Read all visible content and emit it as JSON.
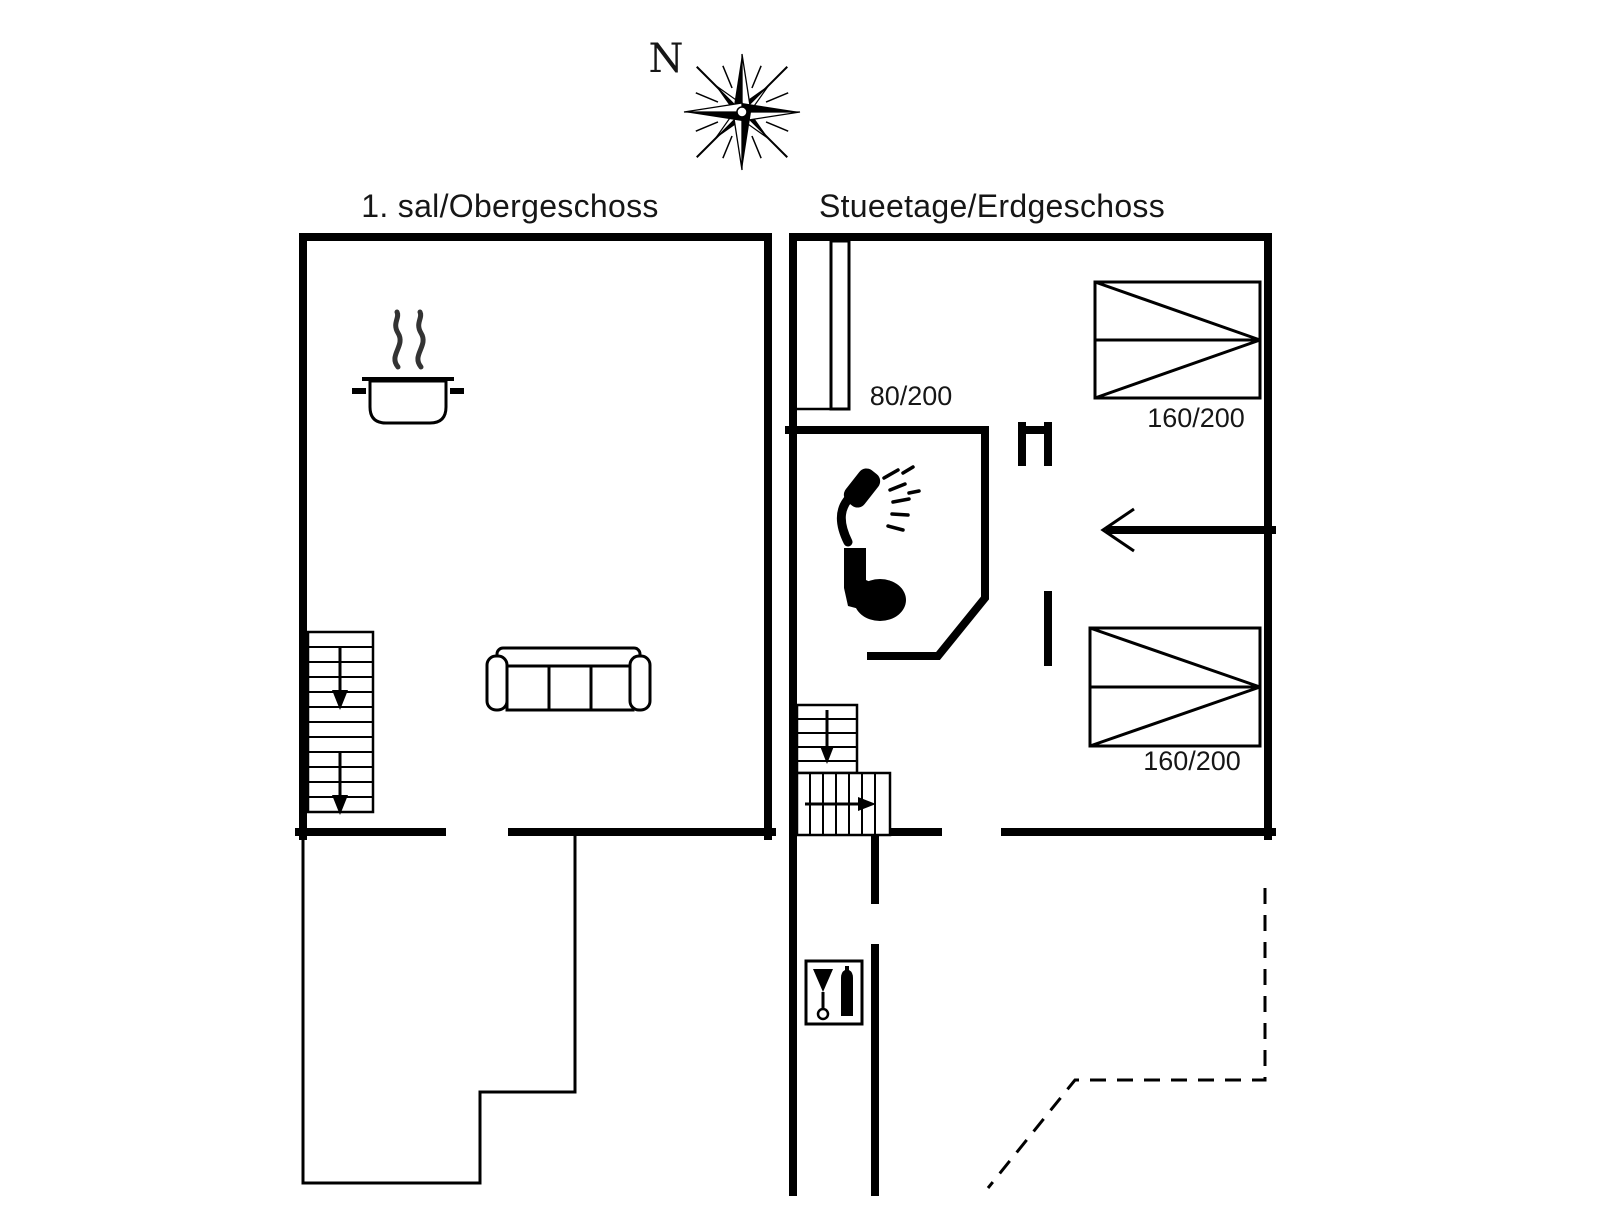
{
  "page": {
    "background": "#ffffff",
    "ink": "#000000",
    "steam_color": "#333333",
    "type": "holiday-house floor plan, two storeys"
  },
  "compass": {
    "north_label": "N"
  },
  "floors": {
    "upper": {
      "title": "1. sal/Obergeschoss"
    },
    "ground": {
      "title": "Stueetage/Erdgeschoss",
      "door_label": "80/200",
      "bed1_label": "160/200",
      "bed2_label": "160/200"
    }
  },
  "icons": {
    "compass-rose-icon": "8-point compass rose with ray ring",
    "cooking-pot-icon": "pot with steam (kitchen / kitchenette)",
    "sofa-icon": "three-seat sofa",
    "stairs-icon": "staircase with descent arrows",
    "entrance-door-icon": "open door leaf at entrance",
    "shower-icon": "shower head with spray",
    "toilet-icon": "toilet silhouette",
    "dishwasher-icon": "appliance square with glass and bottle",
    "double-bed-icon": "double bed rectangle with fold pattern",
    "door-opening-icon": "chevron door opening marker"
  }
}
